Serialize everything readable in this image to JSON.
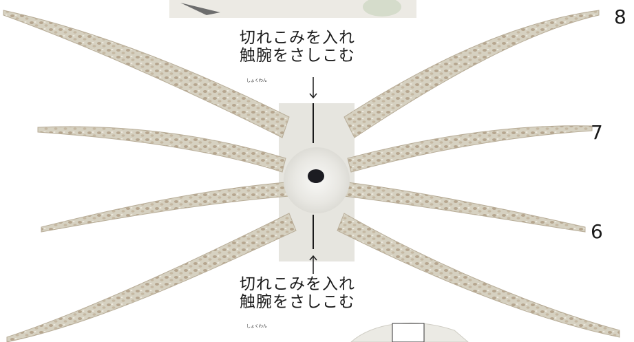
{
  "annotations": {
    "top": {
      "line1": "切れこみを入れ",
      "line2": "触腕をさしこむ",
      "ruby": "しょくわん"
    },
    "bottom": {
      "line1": "切れこみを入れ",
      "line2": "触腕をさしこむ",
      "ruby": "しょくわん"
    }
  },
  "arm_numbers": {
    "top_right": "8",
    "middle_right": "7",
    "lower_right": "6"
  },
  "colors": {
    "arm_base": "#d8d4c6",
    "arm_spots": "#a8957a",
    "center": "#ecebe6",
    "beak": "#1c1c22"
  }
}
